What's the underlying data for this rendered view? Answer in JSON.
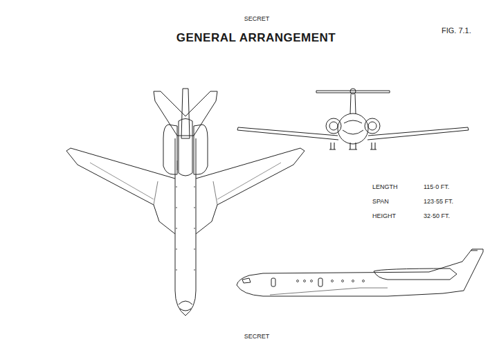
{
  "diagram": {
    "title": "GENERAL ARRANGEMENT",
    "labels": [
      "SECRET",
      "FIG. 7.1.",
      "LENGTH",
      "115·0 FT.",
      "SPAN",
      "123·55 FT.",
      "HEIGHT",
      "32·50 FT.",
      "SECRET"
    ]
  }
}
